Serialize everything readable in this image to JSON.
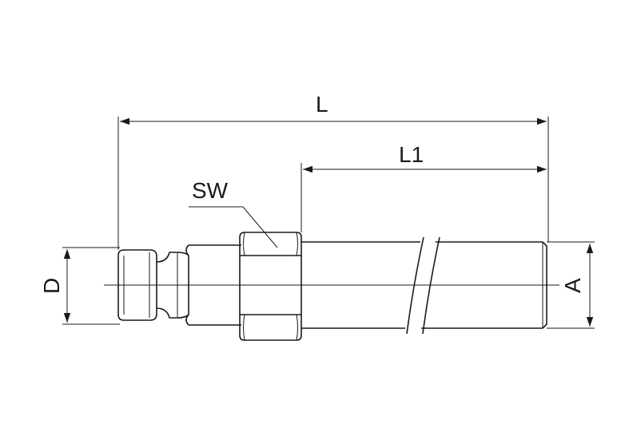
{
  "labels": {
    "length_total": "L",
    "length_thread": "L1",
    "wrench_size": "SW",
    "diameter_plug": "D",
    "thread_size": "A"
  }
}
